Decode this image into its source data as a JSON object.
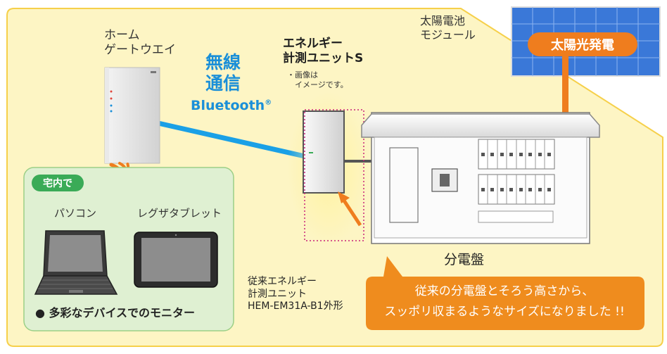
{
  "gateway": {
    "label_lines": [
      "ホーム",
      "ゲートウエイ"
    ]
  },
  "wireless": {
    "title_lines": [
      "無線",
      "通信"
    ],
    "protocol": "Bluetooth",
    "trademark": "®"
  },
  "measurement_unit": {
    "title_lines": [
      "エネルギー",
      "計測ユニットS"
    ],
    "note_lines": [
      "・画像は",
      "　イメージです。"
    ]
  },
  "solar": {
    "module_label_lines": [
      "太陽電池",
      "モジュール"
    ],
    "badge": "太陽光発電"
  },
  "distribution_panel": {
    "label": "分電盤"
  },
  "legacy_unit": {
    "label_lines": [
      "従来エネルギー",
      "計測ユニット",
      "HEM-EM31A-B1外形"
    ]
  },
  "callout": {
    "lines": [
      "従来の分電盤とそろう高さから、",
      "スッポリ収まるようなサイズになりました !!"
    ]
  },
  "indoor": {
    "badge": "宅内で",
    "devices": [
      {
        "label": "パソコン"
      },
      {
        "label": "レグザタブレット"
      }
    ],
    "caption": "● 多彩なデバイスでのモニター"
  },
  "colors": {
    "background": "#fdf5c4",
    "indoor_box": "#dff0d2",
    "indoor_border": "#9bcf86",
    "accent_orange": "#ef7d1e",
    "wireless_blue": "#1a8fd8",
    "indoor_green": "#3aab57",
    "solar_panel": "#2f6fd0"
  },
  "icons": [
    "wireless-signal-icon",
    "laptop-icon",
    "tablet-icon"
  ]
}
